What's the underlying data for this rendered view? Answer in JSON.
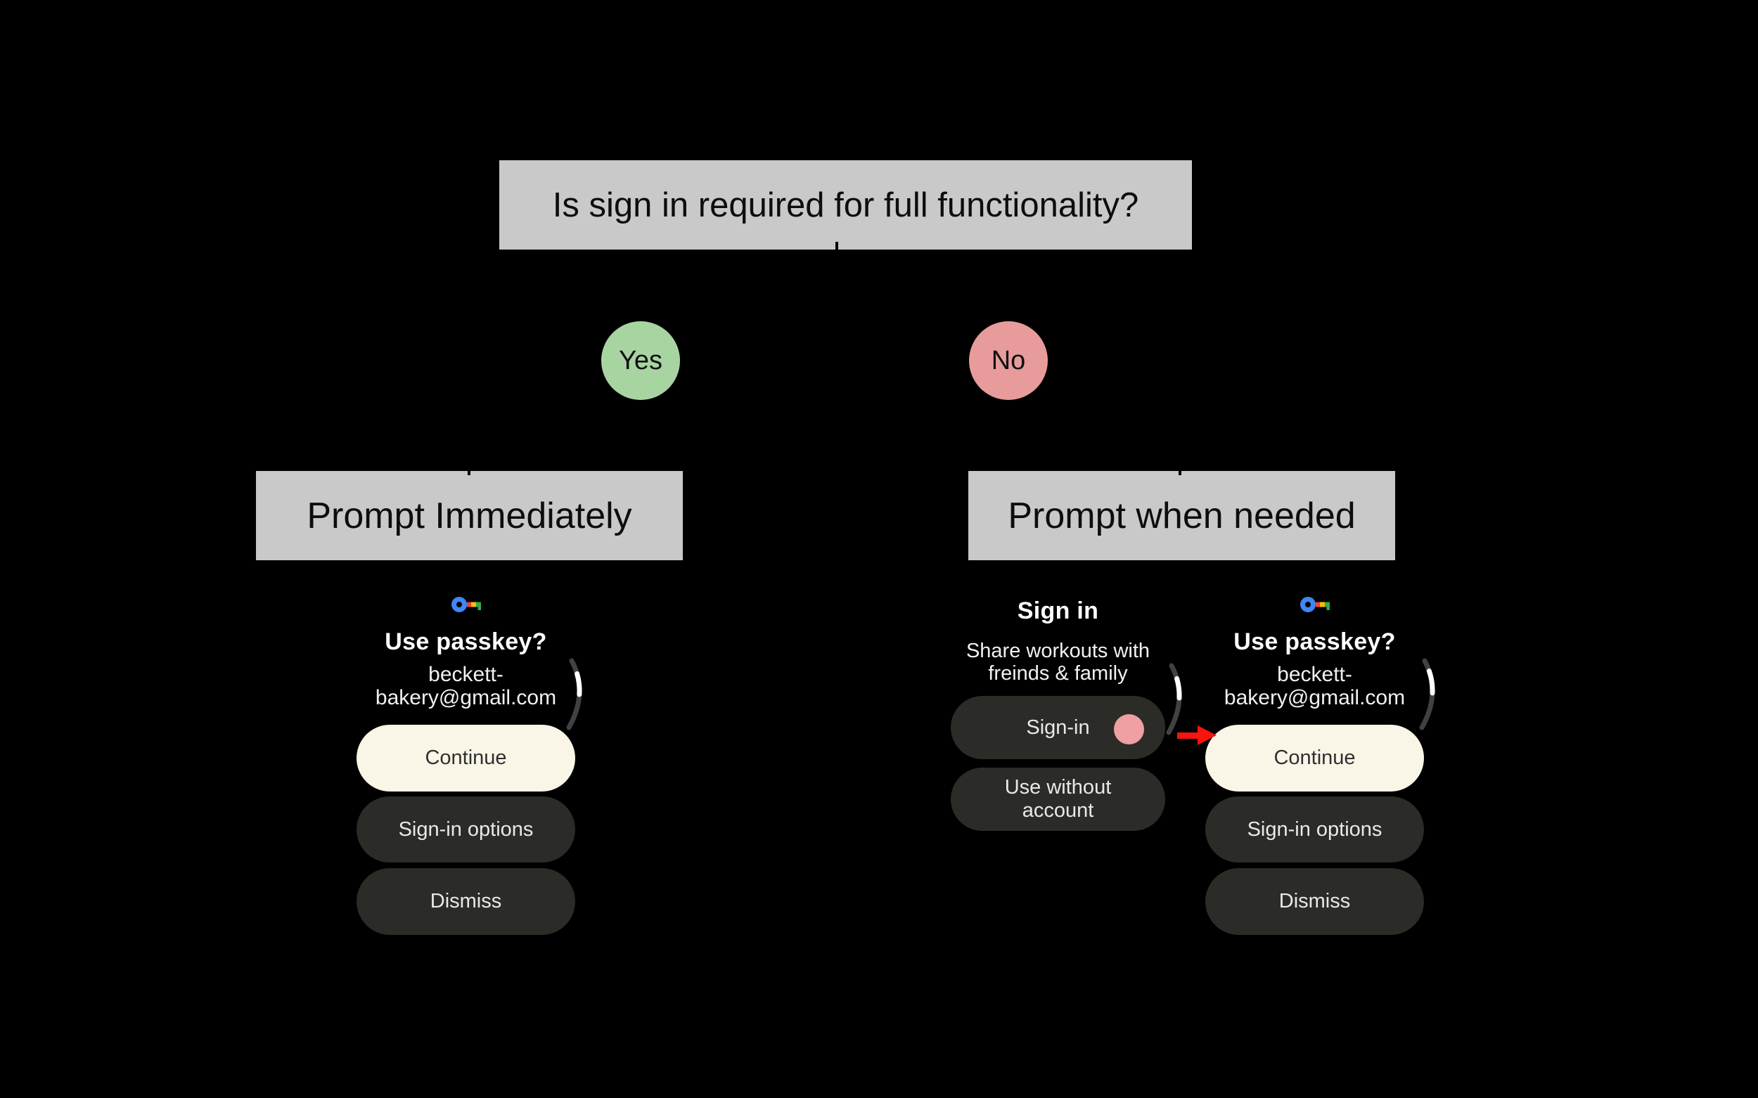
{
  "colors": {
    "background": "#000000",
    "box_gray": "#c9c9c9",
    "yes_green": "#a8d4a2",
    "no_pink": "#e79b9b",
    "continue_cream": "#faf6e7",
    "pill_dark": "#2b2b28",
    "tap_dot_pink": "#efa0a0",
    "arrow_red": "#f6150f",
    "scroll_track_gray": "#414141",
    "scroll_thumb_white": "#ffffff",
    "key_icon_blue": "#4285f4",
    "key_icon_red": "#ea4335",
    "key_icon_yellow": "#fbbc04",
    "key_icon_green": "#34a853"
  },
  "flowchart": {
    "question": "Is sign in required for full functionality?",
    "yes_label": "Yes",
    "no_label": "No",
    "yes_branch_title": "Prompt Immediately",
    "no_branch_title": "Prompt when needed"
  },
  "passkey_screen": {
    "icon": "passkey-key-icon",
    "title": "Use passkey?",
    "account_line1": "beckett-",
    "account_line2": "bakery@gmail.com",
    "continue_label": "Continue",
    "sign_in_options_label": "Sign-in options",
    "dismiss_label": "Dismiss"
  },
  "sign_in_screen": {
    "title": "Sign in",
    "subtitle_line1": "Share workouts with",
    "subtitle_line2": "freinds & family",
    "sign_in_label": "Sign-in",
    "use_without_account_line1": "Use without",
    "use_without_account_line2": "account"
  }
}
